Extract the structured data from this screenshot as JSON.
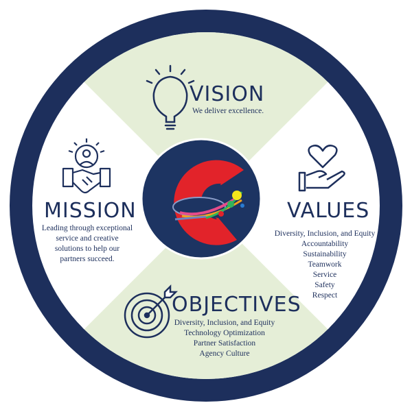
{
  "diagram": {
    "colors": {
      "ring": "#1d2f5c",
      "green": "#e5eed7",
      "white": "#ffffff",
      "center": "#1d3462",
      "logo_red": "#e2232a"
    },
    "vision": {
      "title": "VISION",
      "text": "We deliver excellence.",
      "icon": "lightbulb-icon"
    },
    "values": {
      "title": "VALUES",
      "icon": "heart-in-hand-icon",
      "items": [
        "Diversity, Inclusion, and Equity",
        "Accountability",
        "Sustainability",
        "Teamwork",
        "Service",
        "Safety",
        "Respect"
      ]
    },
    "mission": {
      "title": "MISSION",
      "icon": "handshake-gear-icon",
      "lines": [
        "Leading through exceptional",
        "service and creative",
        "solutions to help our",
        "partners succeed."
      ]
    },
    "objectives": {
      "title": "OBJECTIVES",
      "icon": "target-arrow-icon",
      "items": [
        "Diversity, Inclusion, and Equity",
        "Technology Optimization",
        "Partner Satisfaction",
        "Agency Culture"
      ]
    },
    "center_logo": "colorado-c-logo"
  }
}
